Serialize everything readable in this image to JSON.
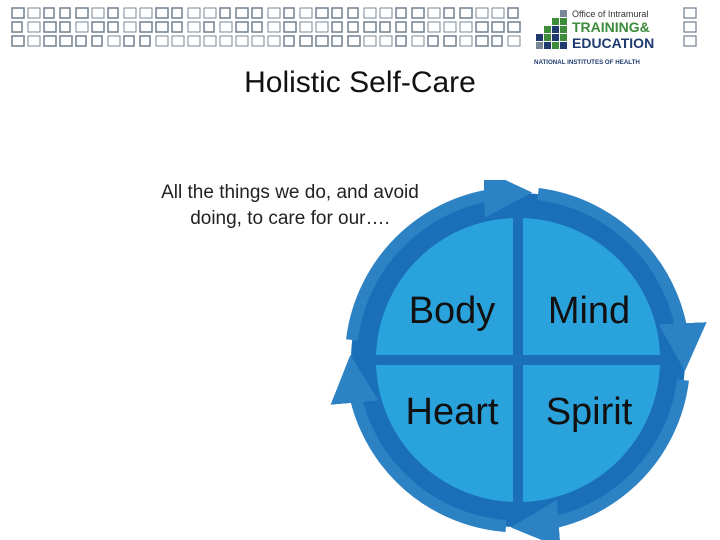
{
  "slide": {
    "title": "Holistic Self-Care",
    "subtitle": "All the things we do, and avoid\ndoing, to care for our…."
  },
  "logo": {
    "line1": "Office of Intramural",
    "line2": "TRAINING&",
    "line3": "EDUCATION",
    "line4": "NATIONAL INSTITUTES OF HEALTH"
  },
  "quadrants": [
    "Body",
    "Mind",
    "Heart",
    "Spirit"
  ],
  "colors": {
    "circle_dark": "#1a6fb8",
    "quadrant_fill": "#2aa3dc",
    "arrow": "#2d82c4",
    "logo_green": "#3c8c3a",
    "logo_navy": "#1e3a6e",
    "pattern": "#7a8797"
  }
}
